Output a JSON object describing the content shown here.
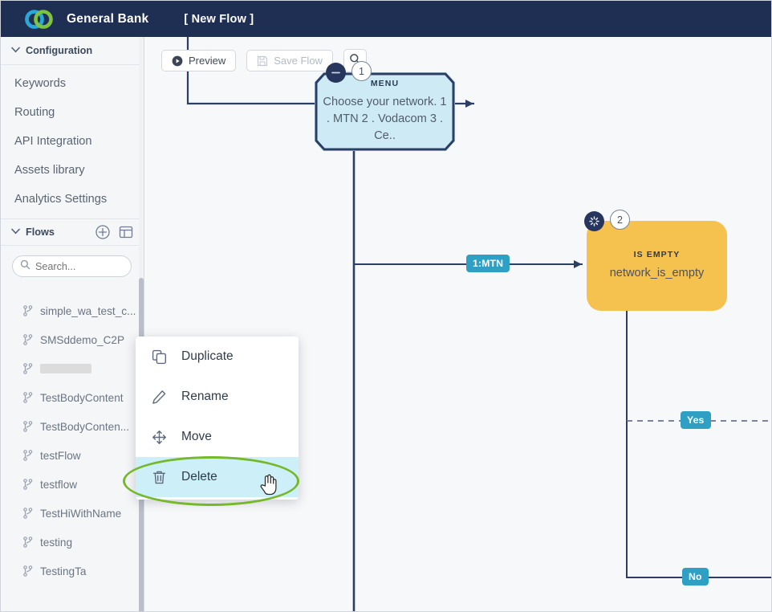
{
  "topbar": {
    "logo_icon": "interlocking-rings-logo",
    "brand": "General Bank",
    "flow_title": "[ New Flow ]",
    "bg_color": "#1f2f54"
  },
  "sidebar": {
    "configuration": {
      "label": "Configuration",
      "chevron_icon": "chevron-down-icon",
      "items": [
        {
          "label": "Keywords"
        },
        {
          "label": "Routing"
        },
        {
          "label": "API Integration"
        },
        {
          "label": "Assets library"
        },
        {
          "label": "Analytics Settings"
        }
      ]
    },
    "flows": {
      "label": "Flows",
      "chevron_icon": "chevron-down-icon",
      "add_icon": "plus-circle-icon",
      "layout_icon": "panel-layout-icon",
      "search": {
        "placeholder": "Search...",
        "value": "",
        "icon": "search-icon"
      },
      "items": [
        {
          "label": "simple_wa_test_c...",
          "icon": "git-branch-icon",
          "redacted": false
        },
        {
          "label": "SMSddemo_C2P",
          "icon": "git-branch-icon",
          "redacted": false
        },
        {
          "label": "",
          "icon": "git-branch-icon",
          "redacted": true
        },
        {
          "label": "TestBodyContent",
          "icon": "git-branch-icon",
          "redacted": false
        },
        {
          "label": "TestBodyConten...",
          "icon": "git-branch-icon",
          "redacted": false
        },
        {
          "label": "testFlow",
          "icon": "git-branch-icon",
          "redacted": false
        },
        {
          "label": "testflow",
          "icon": "git-branch-icon",
          "redacted": false
        },
        {
          "label": "TestHiWithName",
          "icon": "git-branch-icon",
          "redacted": false
        },
        {
          "label": "testing",
          "icon": "git-branch-icon",
          "redacted": false
        },
        {
          "label": "TestingTa",
          "icon": "git-branch-icon",
          "redacted": false
        }
      ]
    }
  },
  "toolbar": {
    "preview_label": "Preview",
    "preview_icon": "play-circle-icon",
    "save_label": "Save Flow",
    "save_icon": "floppy-disk-icon",
    "save_disabled": true,
    "search_icon": "search-icon"
  },
  "context_menu": {
    "items": [
      {
        "label": "Duplicate",
        "icon": "copy-icon",
        "active": false
      },
      {
        "label": "Rename",
        "icon": "pencil-icon",
        "active": false
      },
      {
        "label": "Move",
        "icon": "move-arrows-icon",
        "active": false
      },
      {
        "label": "Delete",
        "icon": "trash-icon",
        "active": true
      }
    ],
    "highlight_color": "#76b82a",
    "active_bg": "#cdeff7",
    "cursor_icon": "pointing-hand-cursor"
  },
  "flow": {
    "nodes": [
      {
        "id": "menu",
        "badge": "1",
        "kind": "MENU",
        "text": "Choose your network. 1 . MTN 2 . Vodacom 3 . Ce..",
        "color": "#cdeaf5",
        "has_dark_badge": true,
        "dark_badge_icon": "collapse-icon"
      },
      {
        "id": "condition",
        "badge": "2",
        "kind": "IS EMPTY",
        "text": "network_is_empty",
        "color": "#f5c14f",
        "has_dark_badge": true,
        "dark_badge_icon": "spinner-icon"
      }
    ],
    "edge_labels": [
      {
        "label": "1:MTN",
        "color": "#2fa0c4"
      },
      {
        "label": "Yes",
        "color": "#2fa0c4"
      },
      {
        "label": "No",
        "color": "#2fa0c4"
      }
    ],
    "edge_color": "#2c3e63",
    "canvas_bg": "#f7f8fa"
  }
}
